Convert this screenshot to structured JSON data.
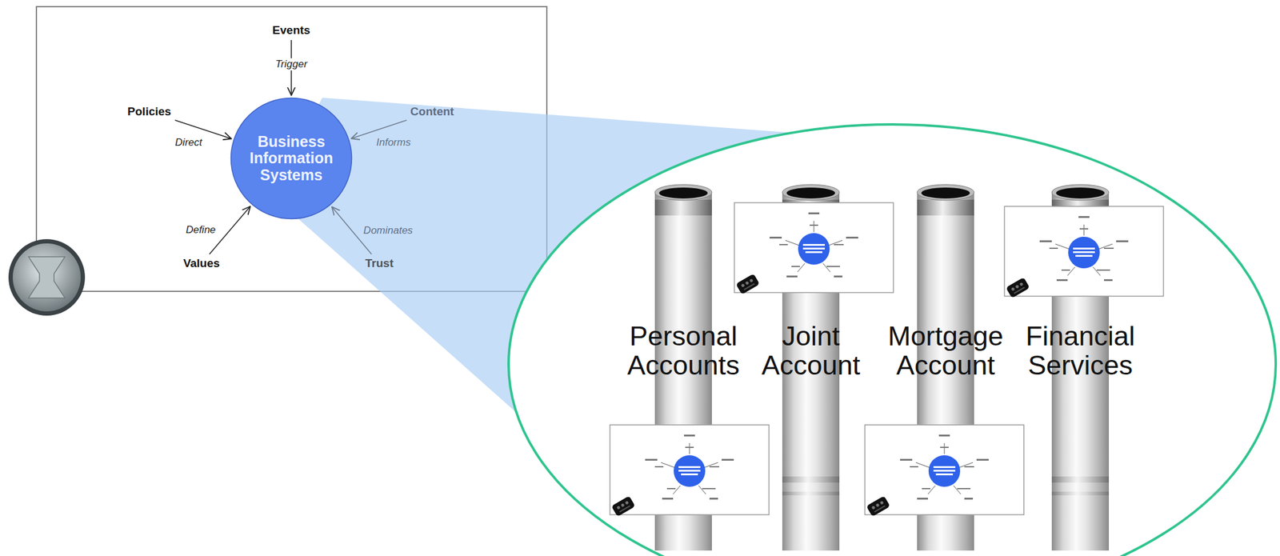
{
  "diagram": {
    "nodes": [
      {
        "text": [
          "Events"
        ]
      },
      {
        "text": [
          "Policies"
        ]
      },
      {
        "text": [
          "Business Information Systems"
        ]
      },
      {
        "text": [
          "Content"
        ]
      },
      {
        "text": [
          "Values"
        ]
      },
      {
        "text": [
          "Trust"
        ]
      }
    ],
    "edges": [
      {
        "from": 0,
        "to": 2,
        "label": "Trigger",
        "arrow": "to"
      },
      {
        "from": 1,
        "to": 2,
        "label": "Direct",
        "arrow": "to"
      },
      {
        "from": 3,
        "to": 2,
        "label": "Informs",
        "arrow": "to"
      },
      {
        "from": 4,
        "to": 2,
        "label": "Define",
        "arrow": "to"
      },
      {
        "from": 5,
        "to": 2,
        "label": "Dominates",
        "arrow": "to"
      }
    ],
    "labels": [
      "Personal Accounts",
      "Joint Account",
      "Mortgage Account",
      "Financial Services"
    ]
  }
}
